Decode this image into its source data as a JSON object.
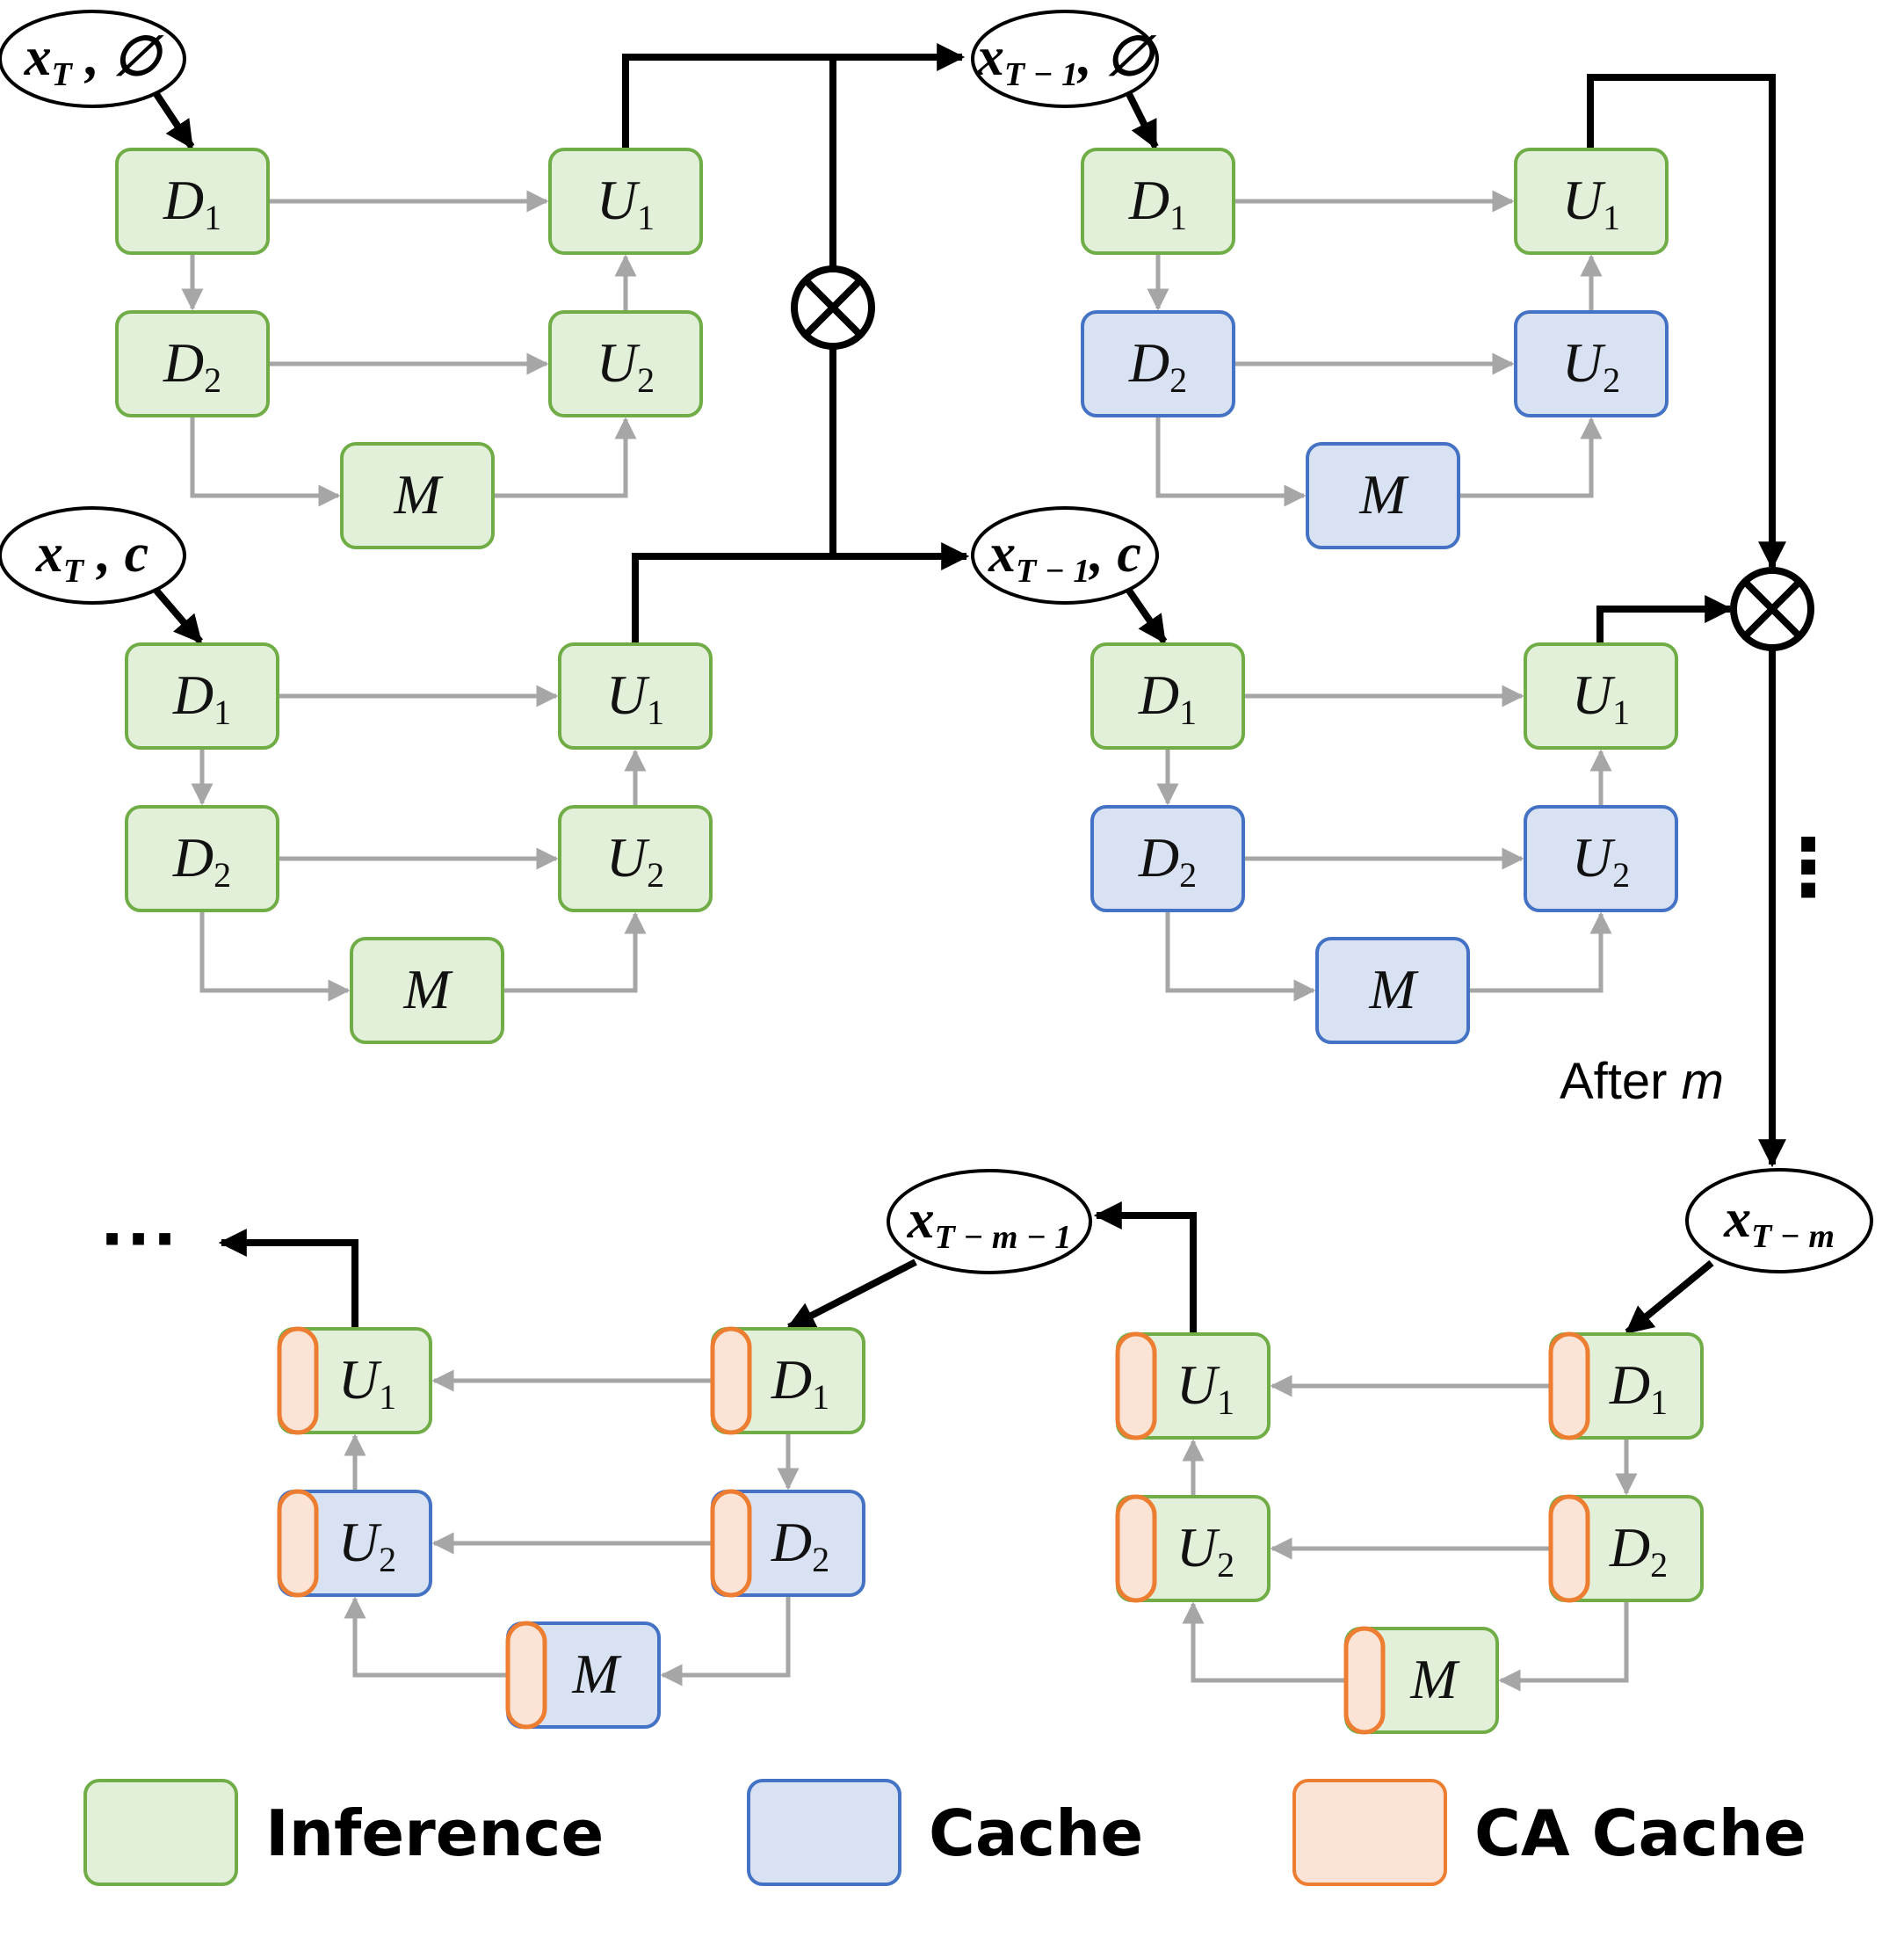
{
  "colors": {
    "inference_fill": "#e2efd9",
    "inference_stroke": "#70ad47",
    "cache_fill": "#d9e2f3",
    "cache_stroke": "#4472c4",
    "ca_fill": "#fbe4d5",
    "ca_stroke": "#ed7d31",
    "arrow_gray": "#a6a6a6",
    "arrow_black": "#000000"
  },
  "icons": {
    "multiply": "circle-times-icon"
  },
  "states": [
    {
      "base": "x",
      "sub": "T",
      "cond": " , ∅"
    },
    {
      "base": "x",
      "sub": "T",
      "cond": " , c"
    },
    {
      "base": "x",
      "sub": "T − 1",
      "cond": ", ∅"
    },
    {
      "base": "x",
      "sub": "T − 1",
      "cond": ", c"
    },
    {
      "base": "x",
      "sub": "T − m",
      "cond": ""
    },
    {
      "base": "x",
      "sub": "T − m − 1",
      "cond": ""
    }
  ],
  "blocks": {
    "D1": {
      "main": "D",
      "sub": "1"
    },
    "D2": {
      "main": "D",
      "sub": "2"
    },
    "U1": {
      "main": "U",
      "sub": "1"
    },
    "U2": {
      "main": "U",
      "sub": "2"
    },
    "M": {
      "main": "M",
      "sub": ""
    }
  },
  "units": [
    {
      "state": "inference",
      "D1": "inference",
      "D2": "inference",
      "M": "inference",
      "U2": "inference",
      "U1": "inference"
    },
    {
      "state": "inference",
      "D1": "inference",
      "D2": "inference",
      "M": "inference",
      "U2": "inference",
      "U1": "inference"
    },
    {
      "state": "cached",
      "D1": "inference",
      "D2": "cache",
      "M": "cache",
      "U2": "cache",
      "U1": "inference"
    },
    {
      "state": "cached",
      "D1": "inference",
      "D2": "cache",
      "M": "cache",
      "U2": "cache",
      "U1": "inference"
    },
    {
      "state": "ca",
      "D1": "inference",
      "D2": "inference",
      "M": "inference",
      "U2": "inference",
      "U1": "inference"
    },
    {
      "state": "ca",
      "D1": "inference",
      "D2": "cache",
      "M": "cache",
      "U2": "cache",
      "U1": "inference"
    }
  ],
  "annotations": {
    "after_label": "After ",
    "after_var": "m",
    "vertical_dots": "⋮",
    "horizontal_dots": "···"
  },
  "legend": [
    {
      "label": "Inference",
      "kind": "inference"
    },
    {
      "label": "Cache",
      "kind": "cache"
    },
    {
      "label": "CA Cache",
      "kind": "ca"
    }
  ]
}
